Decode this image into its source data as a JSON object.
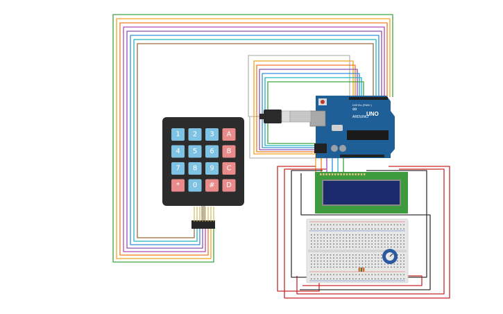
{
  "canvas": {
    "background": "#ffffff"
  },
  "colors": {
    "wires": [
      "#3da33d",
      "#f2a020",
      "#ee7a1c",
      "#b04ab0",
      "#8e4fb5",
      "#2f8fd8",
      "#1fb3c2",
      "#9b6a3a"
    ],
    "usb_cable": "#b7b7b7",
    "usb_plug": "#2a2a2a",
    "power_wire": "#c62828",
    "ground_wire": "#333333",
    "keypad_body": "#2c2c2c",
    "key_blue": "#7ec3e3",
    "key_red": "#ea8b8b",
    "arduino_board": "#1f5f98",
    "lcd_board": "#3d9a3d",
    "lcd_screen": "#1b2b6e",
    "breadboard": "#e7e7e7",
    "potentiometer": "#2c5aa0"
  },
  "keypad": {
    "keys": [
      {
        "label": "1",
        "color": "blue"
      },
      {
        "label": "2",
        "color": "blue"
      },
      {
        "label": "3",
        "color": "blue"
      },
      {
        "label": "A",
        "color": "red"
      },
      {
        "label": "4",
        "color": "blue"
      },
      {
        "label": "5",
        "color": "blue"
      },
      {
        "label": "6",
        "color": "blue"
      },
      {
        "label": "B",
        "color": "red"
      },
      {
        "label": "7",
        "color": "blue"
      },
      {
        "label": "8",
        "color": "blue"
      },
      {
        "label": "9",
        "color": "blue"
      },
      {
        "label": "C",
        "color": "red"
      },
      {
        "label": "*",
        "color": "red"
      },
      {
        "label": "0",
        "color": "blue"
      },
      {
        "label": "#",
        "color": "red"
      },
      {
        "label": "D",
        "color": "red"
      }
    ]
  },
  "arduino": {
    "brand": "ARDUINO",
    "model": "UNO",
    "header_label": "DIGITAL (PWM~)"
  }
}
